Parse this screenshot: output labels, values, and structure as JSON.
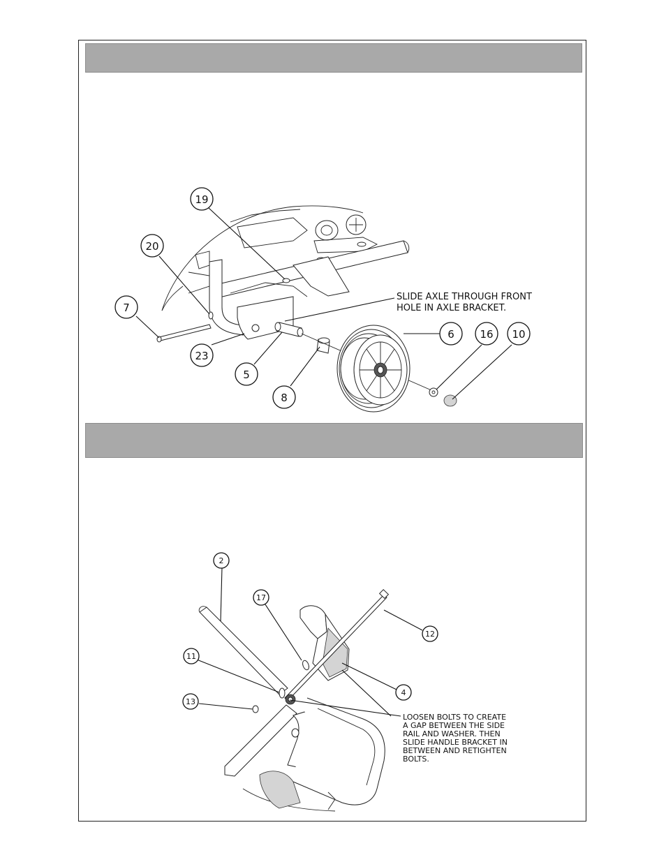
{
  "diagram1": {
    "callouts": [
      "19",
      "20",
      "7",
      "23",
      "5",
      "8",
      "6",
      "16",
      "10"
    ],
    "note_line1": "SLIDE AXLE THROUGH FRONT",
    "note_line2": "HOLE IN AXLE BRACKET."
  },
  "diagram2": {
    "callouts": [
      "2",
      "17",
      "12",
      "11",
      "4",
      "13"
    ],
    "note_lines": [
      "LOOSEN BOLTS TO CREATE",
      "A GAP BETWEEN THE SIDE",
      "RAIL AND WASHER.  THEN",
      "SLIDE HANDLE BRACKET IN",
      "BETWEEN AND RETIGHTEN",
      "BOLTS."
    ]
  }
}
